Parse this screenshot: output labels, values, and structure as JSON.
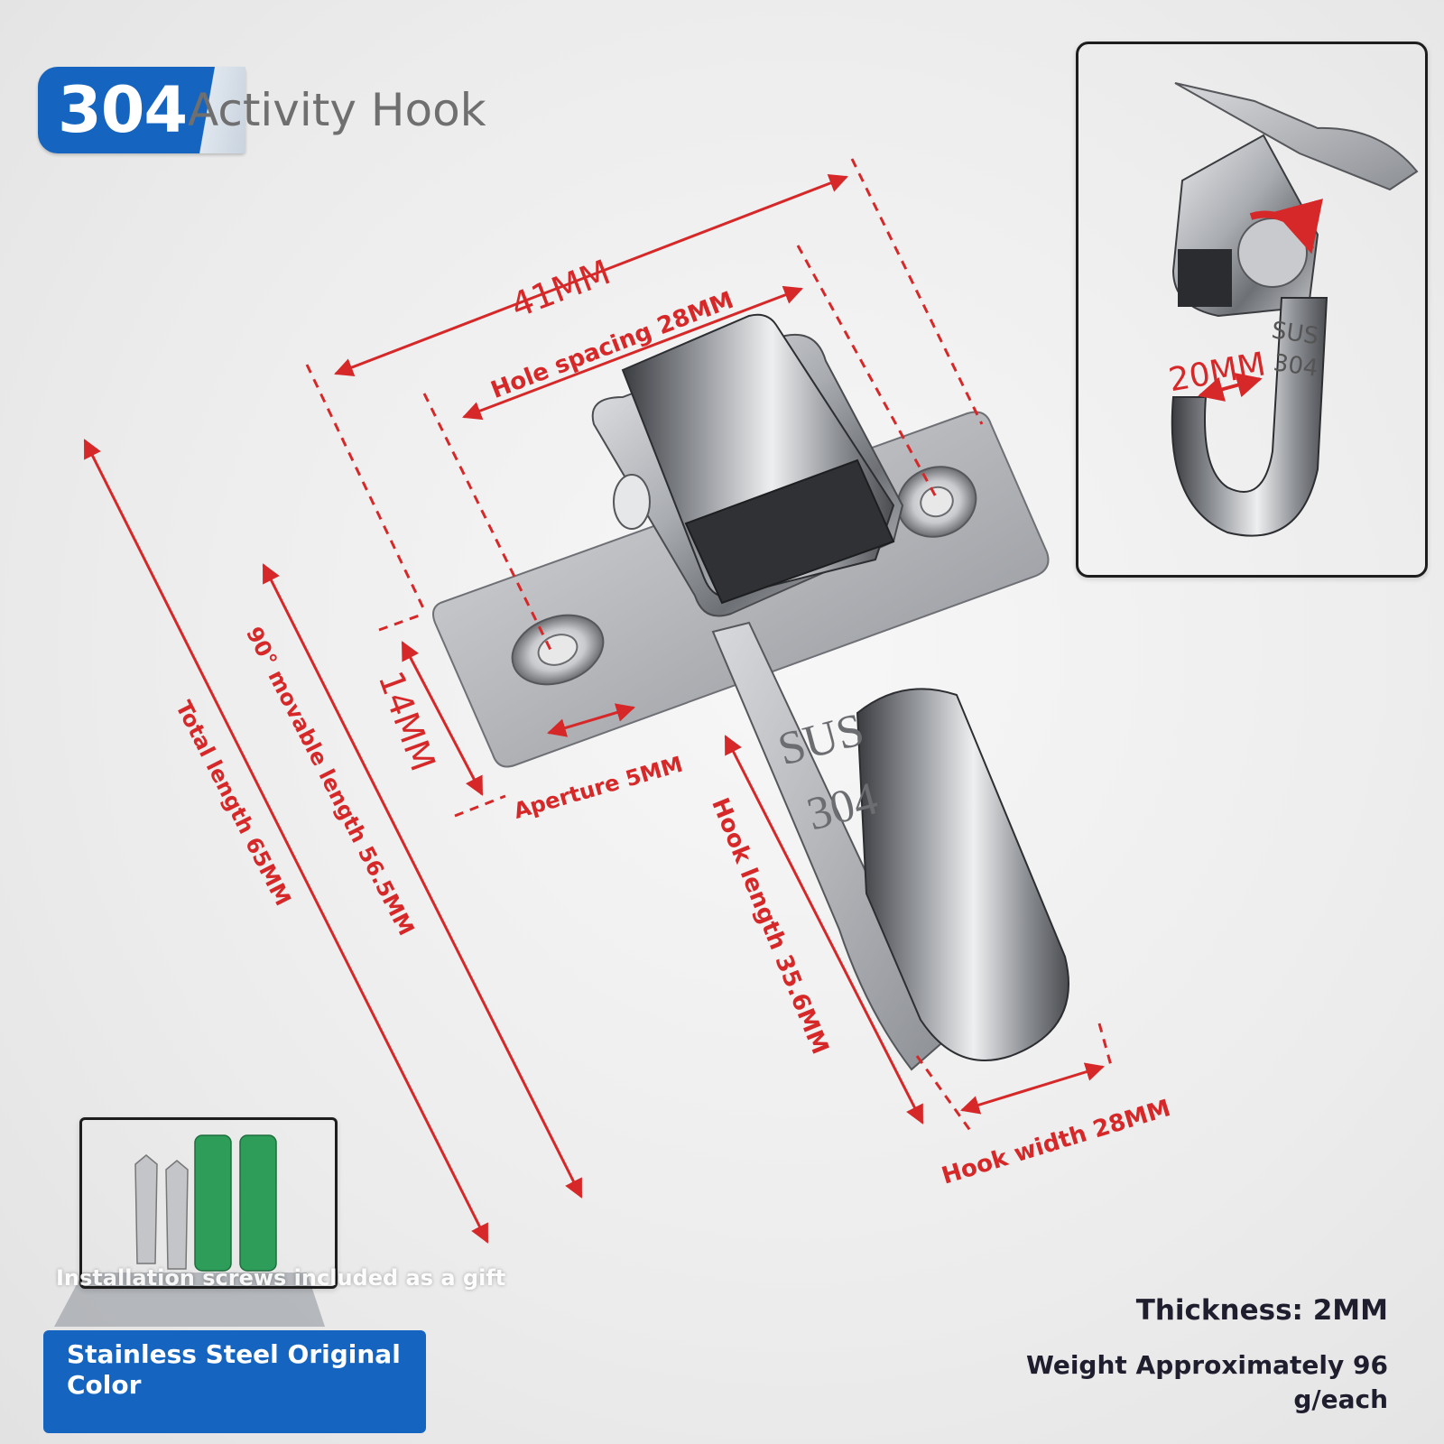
{
  "title": {
    "number": "304",
    "text": "Activity Hook"
  },
  "dimensions": {
    "width": "41MM",
    "hole_spacing": "Hole spacing 28MM",
    "height_14": "14MM",
    "aperture": "Aperture 5MM",
    "total_length": "Total length 65MM",
    "movable_length": "90° movable length 56.5MM",
    "hook_length": "Hook length 35.6MM",
    "hook_width": "Hook width 28MM",
    "inset_gap": "20MM"
  },
  "stamp": {
    "line1": "SUS",
    "line2": "304"
  },
  "screws_caption": "Installation screws included as a gift",
  "color_label": "Stainless Steel Original Color",
  "specs": {
    "thickness": "Thickness: 2MM",
    "weight": "Weight Approximately 96 g/each"
  },
  "colors": {
    "accent_blue": "#1565c0",
    "dimension_red": "#d62828",
    "steel": "#b9bcc0"
  }
}
